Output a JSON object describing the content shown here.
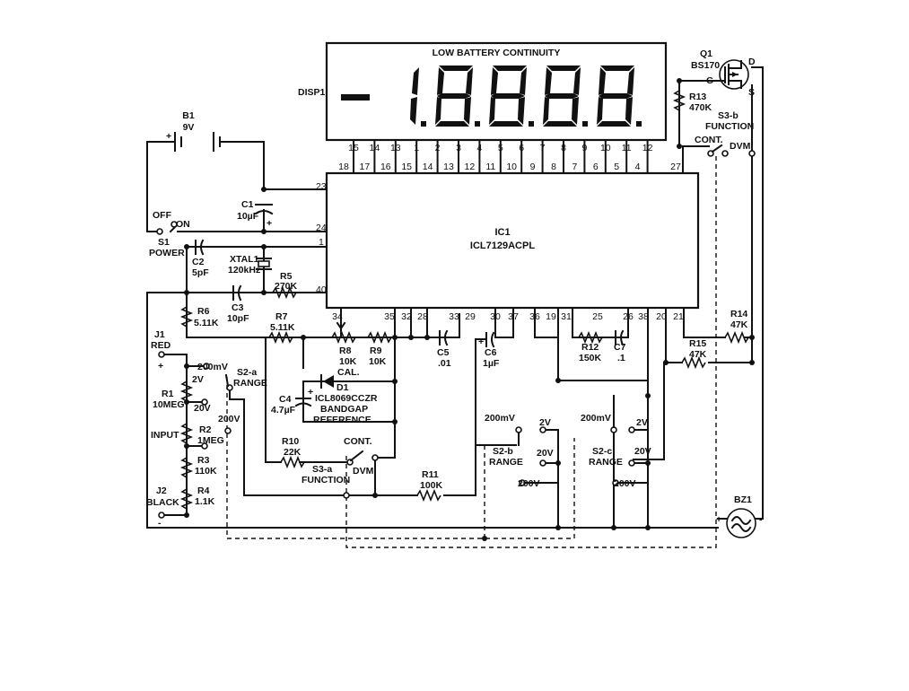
{
  "display": {
    "ref": "DISP1",
    "annunciators": "LOW BATTERY CONTINUITY",
    "sign": "-",
    "digits": [
      "1",
      "8",
      "8",
      "8",
      "8"
    ],
    "top_pins": [
      "15",
      "14",
      "13",
      "1",
      "2",
      "3",
      "4",
      "5",
      "6",
      "7",
      "8",
      "9",
      "10",
      "11",
      "12"
    ]
  },
  "ic1": {
    "ref": "IC1",
    "part": "ICL7129ACPL",
    "top_pins": [
      "18",
      "17",
      "16",
      "15",
      "14",
      "13",
      "12",
      "11",
      "10",
      "9",
      "8",
      "7",
      "6",
      "5",
      "4",
      "27"
    ],
    "left_pins": [
      "23",
      "24",
      "1",
      "40"
    ],
    "bottom_pins": [
      "34",
      "35",
      "32",
      "28",
      "33",
      "29",
      "30",
      "37",
      "36",
      "19",
      "31",
      "25",
      "26",
      "38",
      "20",
      "21"
    ]
  },
  "components": {
    "b1": {
      "ref": "B1",
      "value": "9V"
    },
    "s1": {
      "ref": "S1",
      "name": "POWER",
      "off": "OFF",
      "on": "ON"
    },
    "c1": {
      "ref": "C1",
      "value": "10µF"
    },
    "c2": {
      "ref": "C2",
      "value": "5pF"
    },
    "xtal1": {
      "ref": "XTAL1",
      "value": "120kHz"
    },
    "r5": {
      "ref": "R5",
      "value": "270K"
    },
    "c3": {
      "ref": "C3",
      "value": "10pF"
    },
    "r6": {
      "ref": "R6",
      "value": "5.11K"
    },
    "r7": {
      "ref": "R7",
      "value": "5.11K"
    },
    "r8": {
      "ref": "R8",
      "value": "10K",
      "note": "CAL."
    },
    "r9": {
      "ref": "R9",
      "value": "10K"
    },
    "c5": {
      "ref": "C5",
      "value": ".01"
    },
    "c6": {
      "ref": "C6",
      "value": "1µF"
    },
    "r12": {
      "ref": "R12",
      "value": "150K"
    },
    "c7": {
      "ref": "C7",
      "value": ".1"
    },
    "r14": {
      "ref": "R14",
      "value": "47K"
    },
    "r15": {
      "ref": "R15",
      "value": "47K"
    },
    "q1": {
      "ref": "Q1",
      "part": "BS170",
      "g": "G",
      "d": "D",
      "s": "S"
    },
    "r13": {
      "ref": "R13",
      "value": "470K"
    },
    "s3b": {
      "ref": "S3-b",
      "name": "FUNCTION",
      "cont": "CONT.",
      "dvm": "DVM"
    },
    "j1": {
      "ref": "J1",
      "color": "RED",
      "polarity": "+"
    },
    "j2": {
      "ref": "J2",
      "color": "BLACK",
      "polarity": "-"
    },
    "input": "INPUT",
    "r1": {
      "ref": "R1",
      "value": "10MEG"
    },
    "r2": {
      "ref": "R2",
      "value": "1MEG"
    },
    "r3": {
      "ref": "R3",
      "value": "110K"
    },
    "r4": {
      "ref": "R4",
      "value": "1.1K"
    },
    "s2a": {
      "ref": "S2-a",
      "name": "RANGE"
    },
    "c4": {
      "ref": "C4",
      "value": "4.7µF"
    },
    "d1": {
      "ref": "D1",
      "part": "ICL8069CCZR",
      "line2": "BANDGAP",
      "line3": "REFERENCE"
    },
    "r10": {
      "ref": "R10",
      "value": "22K"
    },
    "s3a": {
      "ref": "S3-a",
      "name": "FUNCTION",
      "cont": "CONT.",
      "dvm": "DVM"
    },
    "r11": {
      "ref": "R11",
      "value": "100K"
    },
    "s2b": {
      "ref": "S2-b",
      "name": "RANGE"
    },
    "s2c": {
      "ref": "S2-c",
      "name": "RANGE"
    },
    "bz1": {
      "ref": "BZ1",
      "plus": "+",
      "minus": "-"
    }
  },
  "ranges": {
    "r200mv": "200mV",
    "r2v": "2V",
    "r20v": "20V",
    "r200v": "200V"
  },
  "plus_sign": "+"
}
